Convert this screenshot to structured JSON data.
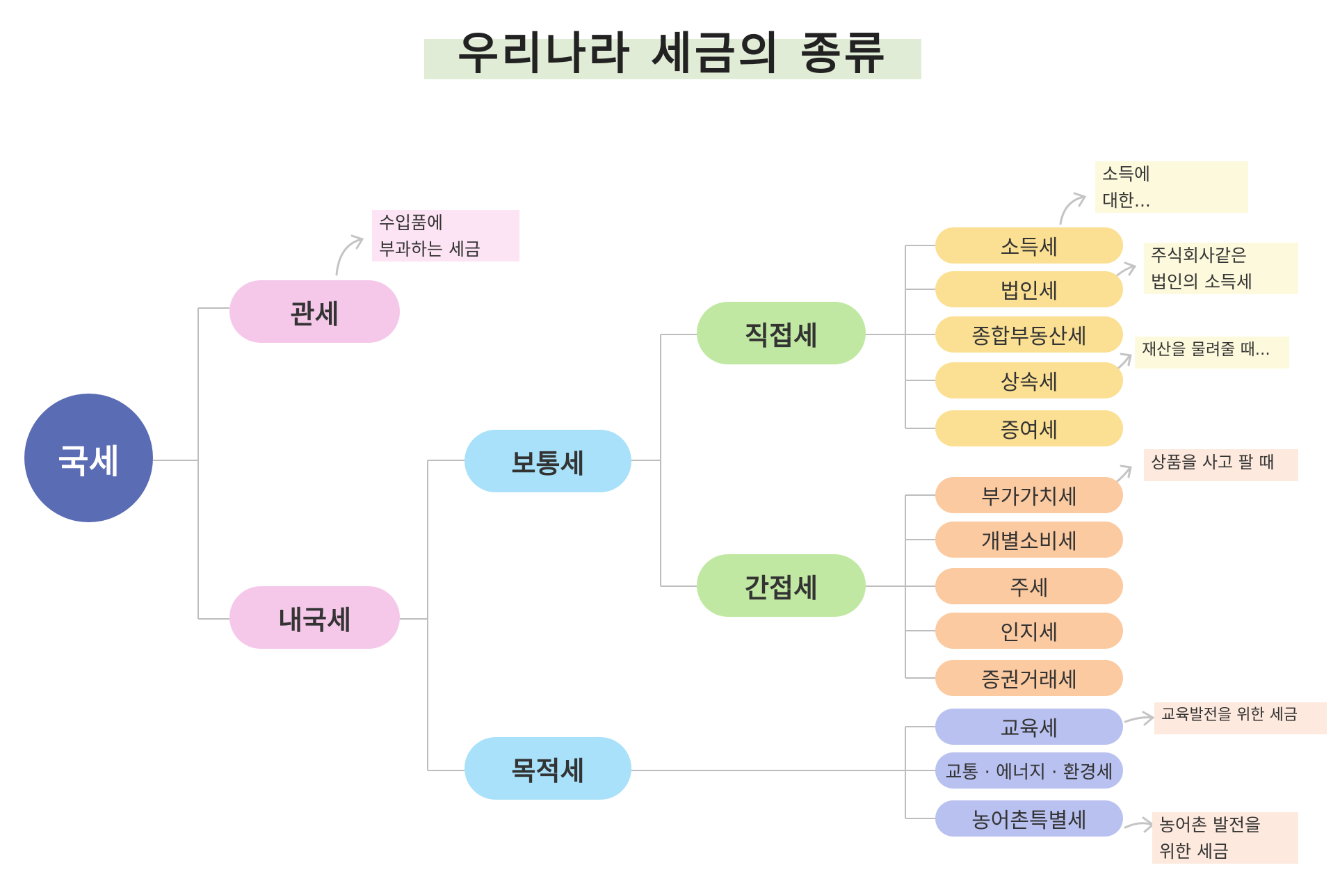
{
  "title": "우리나라 세금의 종류",
  "root": "국세",
  "level1": {
    "customs": "관세",
    "internal": "내국세"
  },
  "level2": {
    "ordinary": "보통세",
    "purpose": "목적세"
  },
  "level3": {
    "direct": "직접세",
    "indirect": "간접세"
  },
  "direct_taxes": [
    "소득세",
    "법인세",
    "종합부동산세",
    "상속세",
    "증여세"
  ],
  "indirect_taxes": [
    "부가가치세",
    "개별소비세",
    "주세",
    "인지세",
    "증권거래세"
  ],
  "purpose_taxes": [
    "교육세",
    "교통 · 에너지 · 환경세",
    "농어촌특별세"
  ],
  "notes": {
    "customs": "수입품에\n부과하는 세금",
    "income": "소득에\n대한...",
    "corporate": "주식회사같은\n법인의 소득세",
    "inheritance": "재산을 물려줄 때...",
    "vat": "상품을 사고 팔 때",
    "education": "교육발전을 위한 세금",
    "rural": "농어촌 발전을\n위한 세금"
  },
  "colors": {
    "root": "#5a6cb3",
    "level1": "#f5c8ea",
    "level2": "#a8e1f9",
    "level3": "#c0e8a2",
    "direct_leaf": "#fbe093",
    "indirect_leaf": "#fbcaa0",
    "purpose_leaf": "#b9c1f0",
    "connector": "#bdbdbd"
  }
}
